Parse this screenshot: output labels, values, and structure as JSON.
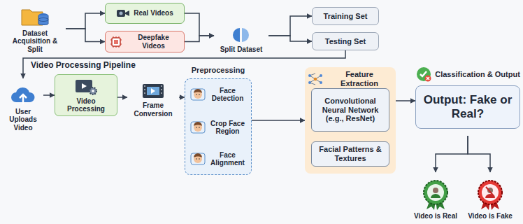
{
  "diagram": {
    "nodes": [
      {
        "text": [
          "Dataset Acquisition & Split"
        ]
      },
      {
        "text": [
          "Real Videos"
        ]
      },
      {
        "text": [
          "Deepfake Videos"
        ]
      },
      {
        "text": [
          "Split Dataset"
        ]
      },
      {
        "text": [
          "Training Set"
        ]
      },
      {
        "text": [
          "Testing Set"
        ]
      },
      {
        "text": [
          "User Uploads Video"
        ]
      },
      {
        "text": [
          "Video Processing"
        ]
      },
      {
        "text": [
          "Frame Conversion"
        ]
      },
      {
        "text": [
          "Preprocessing"
        ]
      },
      {
        "text": [
          "Face Detection"
        ],
        "in": 9
      },
      {
        "text": [
          "Crop Face Region"
        ],
        "in": 9
      },
      {
        "text": [
          "Face Alignment"
        ],
        "in": 9
      },
      {
        "text": [
          "Feature Extraction"
        ]
      },
      {
        "text": [
          "Convolutional Neural Network (e.g., ResNet)"
        ],
        "in": 13
      },
      {
        "text": [
          "Facial Patterns & Textures"
        ],
        "in": 13
      },
      {
        "text": [
          "Classification & Output",
          "Output: Fake or Real?"
        ]
      },
      {
        "text": [
          "Video is Real"
        ]
      },
      {
        "text": [
          "Video is Fake"
        ]
      }
    ],
    "edges": [
      {
        "from": 0,
        "to": 1,
        "arrow": "to"
      },
      {
        "from": 0,
        "to": 2,
        "arrow": "to"
      },
      {
        "from": 1,
        "to": 3,
        "arrow": "to"
      },
      {
        "from": 2,
        "to": 3,
        "arrow": "to"
      },
      {
        "from": 3,
        "to": 4,
        "arrow": "to"
      },
      {
        "from": 3,
        "to": 5,
        "arrow": "to"
      },
      {
        "from": 5,
        "to": 6,
        "arrow": "to"
      },
      {
        "from": 6,
        "to": 7,
        "arrow": "to"
      },
      {
        "from": 7,
        "to": 8,
        "arrow": "to"
      },
      {
        "from": 8,
        "to": 9,
        "arrow": "to"
      },
      {
        "from": 10,
        "to": 11,
        "arrow": "to"
      },
      {
        "from": 11,
        "to": 12,
        "arrow": "to"
      },
      {
        "from": 9,
        "to": 13,
        "arrow": "to"
      },
      {
        "from": 14,
        "to": 15,
        "arrow": "to"
      },
      {
        "from": 13,
        "to": 16,
        "arrow": "to"
      },
      {
        "from": 16,
        "to": 17,
        "arrow": "to"
      },
      {
        "from": 16,
        "to": 18,
        "arrow": "to"
      }
    ],
    "labels": [
      "Video Processing Pipeline"
    ]
  }
}
